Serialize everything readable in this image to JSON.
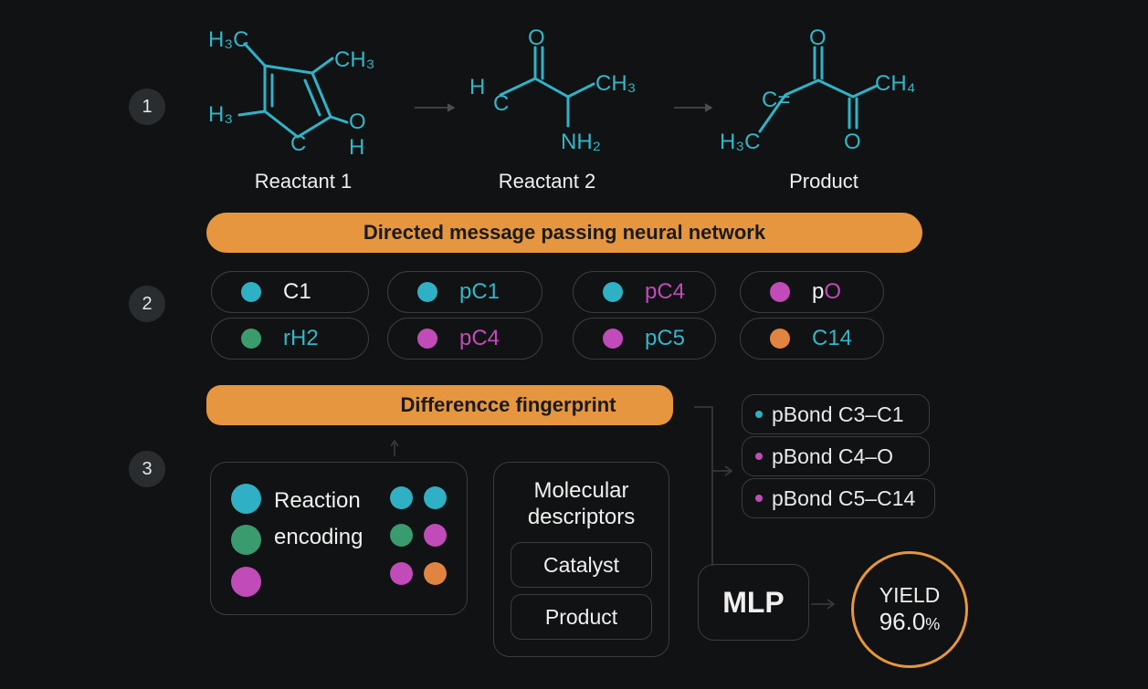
{
  "steps": [
    "1",
    "2",
    "3"
  ],
  "molecules": {
    "reactant1": {
      "caption": "Reactant 1",
      "atoms": [
        "H₃C",
        "CH₃",
        "H₃",
        "C",
        "OH"
      ]
    },
    "reactant2": {
      "caption": "Reactant 2",
      "atoms": [
        "O",
        "H",
        "C",
        "CH₃",
        "NH₂"
      ]
    },
    "product": {
      "caption": "Product",
      "atoms": [
        "O",
        "CH₄",
        "C=",
        "H₃C",
        "O"
      ]
    }
  },
  "banners": {
    "dmpnn": "Directed message passing neural network",
    "fingerprint": "Differencce fingerprint"
  },
  "atom_features": [
    {
      "label": "C1",
      "dot": "#2fb0c4",
      "text_color": "#f0f0f0"
    },
    {
      "label": "pC1",
      "dot": "#2fb0c4",
      "text_color": "#33b6c9"
    },
    {
      "label": "pC4",
      "dot": "#2fb0c4",
      "text_color": "#c14bb8"
    },
    {
      "label_a": "p",
      "label_b": "O",
      "dot": "#c14bb8",
      "text_color": "#f0f0f0",
      "text_color_b": "#c14bb8"
    },
    {
      "label": "rH2",
      "dot": "#3a9b6e",
      "text_color": "#33b6c9"
    },
    {
      "label": "pC4",
      "dot": "#c14bb8",
      "text_color": "#c14bb8"
    },
    {
      "label": "pC5",
      "dot": "#c14bb8",
      "text_color": "#33b6c9"
    },
    {
      "label": "C14",
      "dot": "#e08440",
      "text_color": "#33b6c9"
    }
  ],
  "reaction_encoding": {
    "line1": "Reaction",
    "line2": "encoding",
    "big_dots": [
      "#2fb0c4",
      "#3a9b6e",
      "#c14bb8"
    ],
    "small_dots": [
      "#2fb0c4",
      "#2fb0c4",
      "#3a9b6e",
      "#c14bb8",
      "#c14bb8",
      "#e08440"
    ]
  },
  "descriptors": {
    "title_line1": "Molecular",
    "title_line2": "descriptors",
    "items": [
      "Catalyst",
      "Product"
    ]
  },
  "bonds": [
    {
      "label": "pBond C3–C1",
      "dot": "#2fb0c4"
    },
    {
      "label": "pBond C4–O",
      "dot": "#c14bb8"
    },
    {
      "label": "pBond C5–C14",
      "dot": "#c14bb8"
    }
  ],
  "mlp": "MLP",
  "yield": {
    "label": "YIELD",
    "value": "96.0",
    "unit": "%"
  },
  "colors": {
    "cyan": "#33b6c9",
    "orange": "#e5963f",
    "magenta": "#c14bb8",
    "green": "#3a9b6e"
  }
}
